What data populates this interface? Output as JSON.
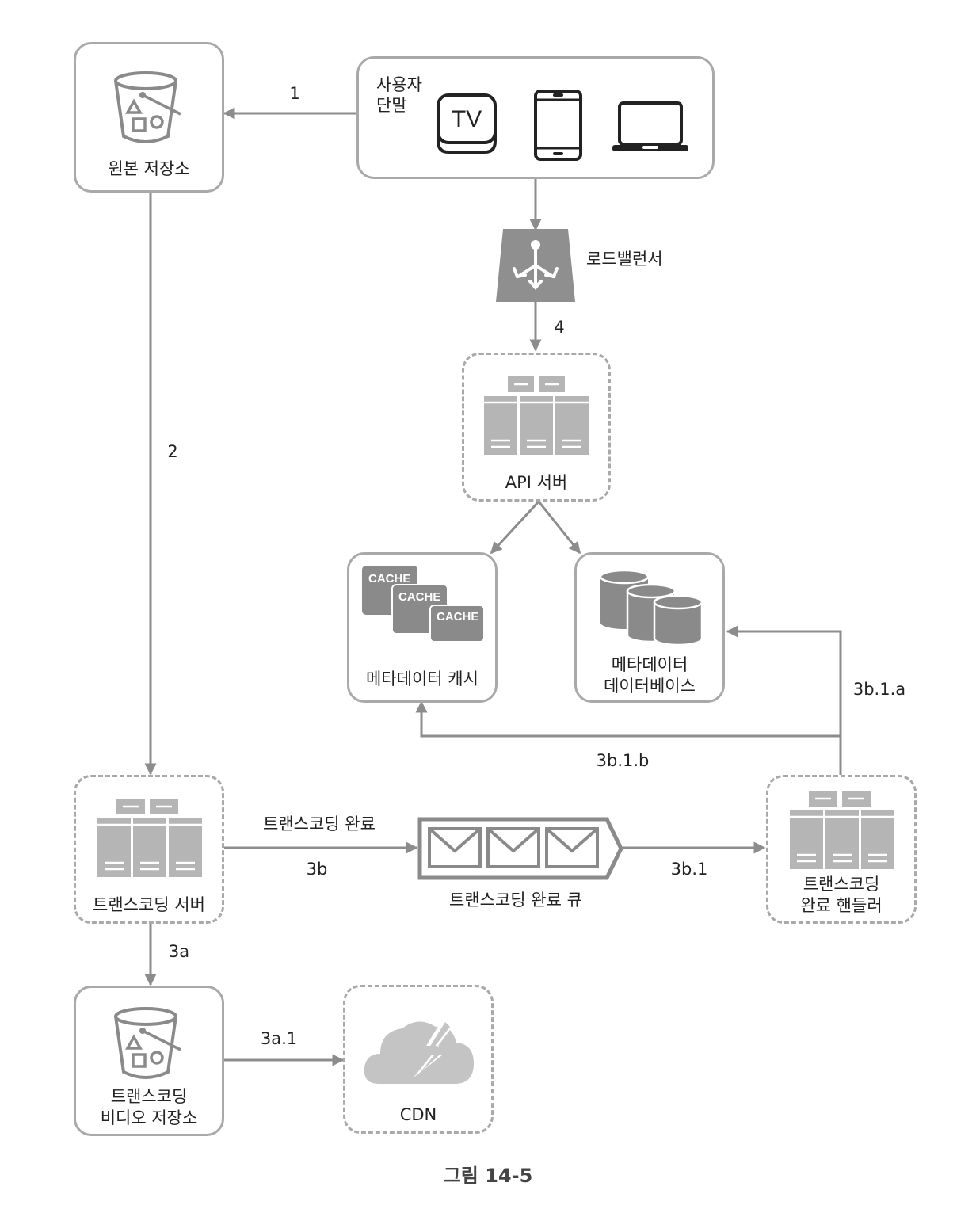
{
  "nodes": {
    "origin_storage": {
      "label": "원본 저장소"
    },
    "user_devices": {
      "label_line1": "사용자",
      "label_line2": "단말",
      "tv_text": "TV"
    },
    "load_balancer": {
      "label": "로드밸런서"
    },
    "api_server": {
      "label": "API 서버"
    },
    "metadata_cache": {
      "label": "메타데이터 캐시",
      "cache_texts": [
        "CACHE",
        "CACHE",
        "CACHE"
      ]
    },
    "metadata_db": {
      "label_line1": "메타데이터",
      "label_line2": "데이터베이스"
    },
    "transcode_server": {
      "label": "트랜스코딩 서버"
    },
    "completion_queue": {
      "label": "트랜스코딩 완료 큐"
    },
    "completion_handler": {
      "label_line1": "트랜스코딩",
      "label_line2": "완료 핸들러"
    },
    "transcoded_storage": {
      "label_line1": "트랜스코딩",
      "label_line2": "비디오 저장소"
    },
    "cdn": {
      "label": "CDN"
    }
  },
  "edges": {
    "e1": "1",
    "e2": "2",
    "e4": "4",
    "e3a": "3a",
    "e3a1": "3a.1",
    "e3b_top": "트랜스코딩 완료",
    "e3b": "3b",
    "e3b1": "3b.1",
    "e3b1a": "3b.1.a",
    "e3b1b": "3b.1.b"
  },
  "caption": "그림 14-5",
  "colors": {
    "line": "#8c8c8c",
    "border": "#a9a9a9",
    "icon": "#8a8a8a",
    "server": "#b5b5b5",
    "cloud": "#c4c4c4"
  }
}
